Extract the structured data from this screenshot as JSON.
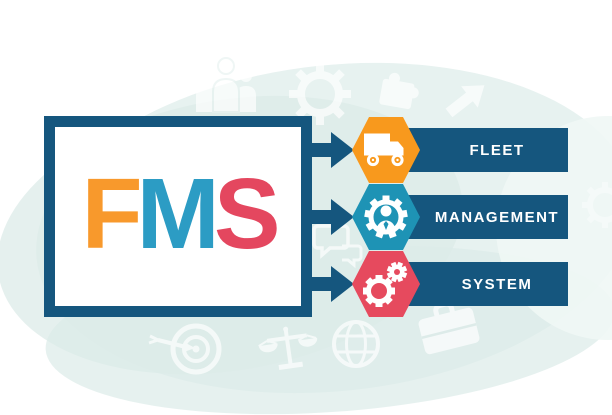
{
  "title": "FMS acronym infographic",
  "acronym": {
    "text": "FMS",
    "letters": [
      {
        "char": "F",
        "color": "#F8992C"
      },
      {
        "char": "M",
        "color": "#2C9CC4"
      },
      {
        "char": "S",
        "color": "#E4475F"
      }
    ]
  },
  "rows": [
    {
      "label": "FLEET",
      "icon": "truck-icon",
      "hex_color": "#F8991D"
    },
    {
      "label": "MANAGEMENT",
      "icon": "manager-gear-icon",
      "hex_color": "#1E93B5"
    },
    {
      "label": "SYSTEM",
      "icon": "gears-icon",
      "hex_color": "#E64A5E"
    }
  ],
  "colors": {
    "banner_blue": "#15567E",
    "box_border_blue": "#15567E",
    "arrow_blue": "#15567E",
    "blob_light": "#E7F2F0",
    "blob_dark": "#DCEBE8",
    "faded_icon_white": "#FFFFFF"
  },
  "background_icons": [
    "magnifier-icon",
    "people-icon",
    "gear-outline-icon",
    "puzzle-icon",
    "arrow-up-right-icon",
    "chat-bubbles-icon",
    "target-icon",
    "scales-icon",
    "globe-icon",
    "briefcase-icon"
  ]
}
